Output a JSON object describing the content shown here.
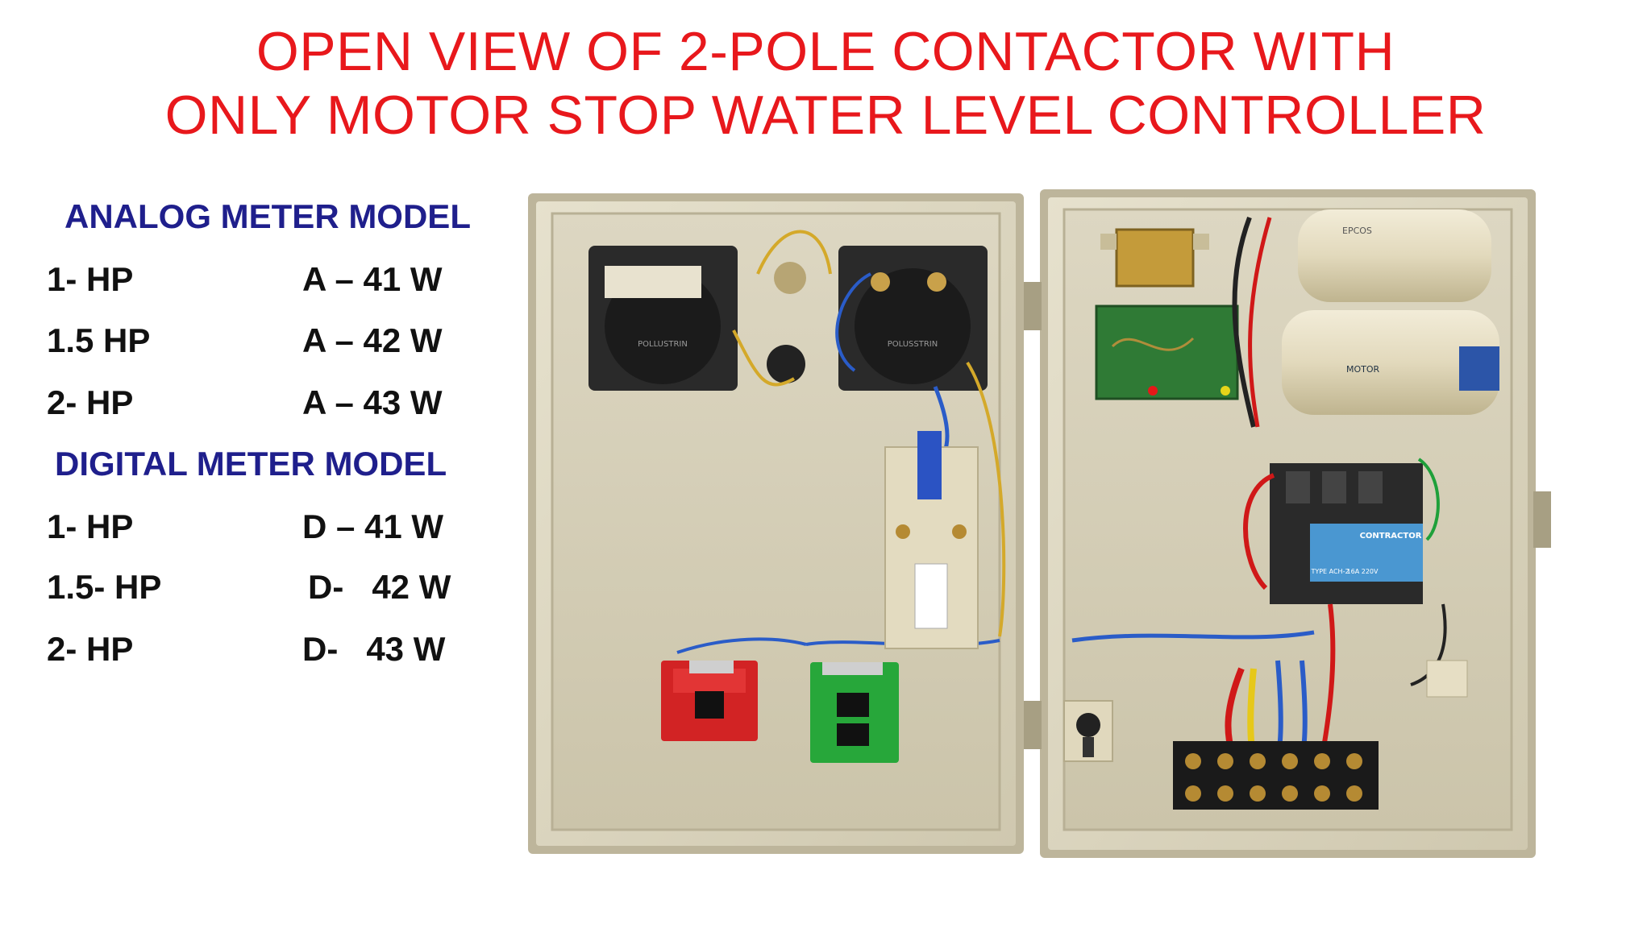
{
  "title": {
    "line1": "OPEN VIEW OF 2-POLE CONTACTOR WITH",
    "line2": "ONLY MOTOR STOP WATER LEVEL CONTROLLER"
  },
  "analog": {
    "heading": "ANALOG METER MODEL",
    "rows": [
      {
        "hp": "1- HP",
        "model": "A – 41 W"
      },
      {
        "hp": "1.5 HP",
        "model": "A – 42 W"
      },
      {
        "hp": "2- HP",
        "model": "A – 43 W"
      }
    ]
  },
  "digital": {
    "heading": "DIGITAL METER MODEL",
    "rows": [
      {
        "hp": "1- HP",
        "model": "D – 41 W"
      },
      {
        "hp": "1.5- HP",
        "model": "D-   42 W"
      },
      {
        "hp": "2- HP",
        "model": "D-   43 W"
      }
    ]
  },
  "photo": {
    "meter_label_1": "POLLUSTRIN",
    "meter_label_2": "POLUSSTRIN",
    "capacitor_brand": "EPCOS",
    "capacitor2_label": "MOTOR",
    "contactor_label": "CONTRACTOR",
    "contactor_type": "TYPE ACH-2",
    "contactor_rating": "16A 220V"
  },
  "colors": {
    "title": "#e8181c",
    "heading": "#1f1f8c",
    "enclosure": "#d8d2bc"
  }
}
